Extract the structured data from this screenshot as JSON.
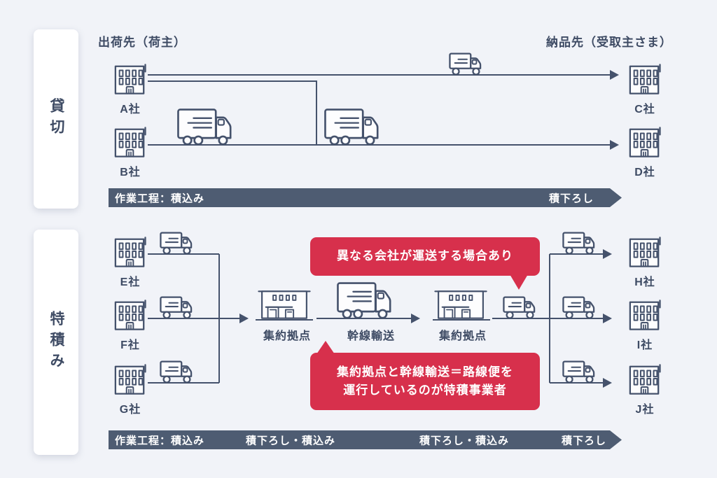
{
  "colors": {
    "background": "#f1f3f8",
    "ink": "#45526c",
    "band": "#4e5c72",
    "accent_red": "#d7304c"
  },
  "headers": {
    "shipper": "出荷先（荷主）",
    "receiver": "納品先（受取主さま）"
  },
  "sections": [
    {
      "label": "貸切",
      "shippers": [
        "A社",
        "B社"
      ],
      "receivers": [
        "C社",
        "D社"
      ],
      "band": {
        "left": "作業工程：積込み",
        "right": "積下ろし"
      }
    },
    {
      "label": "特積み",
      "shippers": [
        "E社",
        "F社",
        "G社"
      ],
      "receivers": [
        "H社",
        "I社",
        "J社"
      ],
      "hubs": {
        "hub_in": "集約拠点",
        "trunk": "幹線輸送",
        "hub_out": "集約拠点"
      },
      "band": {
        "p1": "作業工程：積込み",
        "p2": "積下ろし・積込み",
        "p3": "積下ろし・積込み",
        "p4": "積下ろし"
      },
      "callouts": {
        "different_carrier": "異なる会社が運送する場合あり",
        "operator_line1": "集約拠点と幹線輸送＝路線便を",
        "operator_line2": "運行しているのが特積事業者"
      }
    }
  ]
}
